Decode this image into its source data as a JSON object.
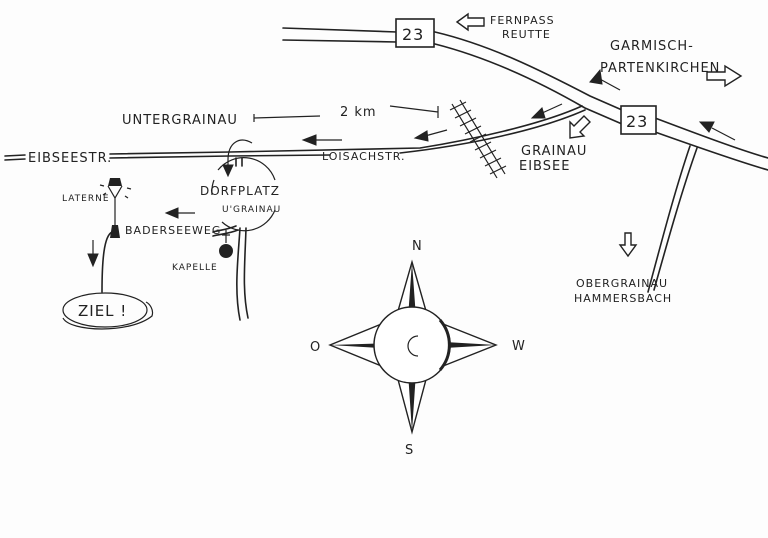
{
  "map": {
    "road_number": "23",
    "road_number_2": "23",
    "places": {
      "fernpass": "FERNPASS",
      "reutte": "REUTTE",
      "garmisch": "GARMISCH-",
      "partenkirchen": "PARTENKIRCHEN",
      "untergrainau": "UNTERGRAINAU",
      "grainau": "GRAINAU",
      "eibsee": "EIBSEE",
      "obergrainau": "OBERGRAINAU",
      "hammersbach": "HAMMERSBACH",
      "dorfplatz": "DORFPLATZ",
      "u_grainau": "U'GRAINAU",
      "kapelle": "KAPELLE",
      "laterne": "LATERNE",
      "ziel": "ZIEL !"
    },
    "streets": {
      "eibseestr": "EIBSEESTR.",
      "loisachstr": "LOISACHSTR.",
      "baderseeweg": "BADERSEEWEG"
    },
    "scale": "2 km",
    "compass": {
      "n": "N",
      "s": "S",
      "o": "O",
      "w": "W"
    }
  }
}
